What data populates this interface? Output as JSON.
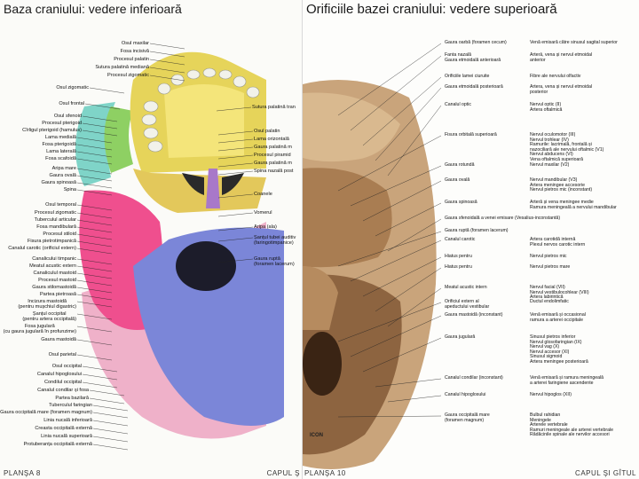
{
  "left_page": {
    "title": "Baza craniului: vedere inferioară",
    "plate": "PLANŞA 8",
    "footer_right": "CAPUL Ş",
    "labels_left": [
      {
        "id": "l1",
        "text": "Osul maxilar"
      },
      {
        "id": "l2",
        "text": "Fosa incisivă"
      },
      {
        "id": "l3",
        "text": "Procesul palatin"
      },
      {
        "id": "l4",
        "text": "Sutura palatină mediană"
      },
      {
        "id": "l5",
        "text": "Procesul zigomatic"
      },
      {
        "id": "l6",
        "text": "Osul zigomatic"
      },
      {
        "id": "l7",
        "text": "Osul frontal"
      },
      {
        "id": "l8",
        "text": "Osul sfenoid"
      },
      {
        "id": "l9",
        "text": "Procesul pterigoid"
      },
      {
        "id": "l10",
        "text": "Cîrligul pterigoid (hamulus)"
      },
      {
        "id": "l11",
        "text": "Lama medială"
      },
      {
        "id": "l12",
        "text": "Fosa pterigoidă"
      },
      {
        "id": "l13",
        "text": "Lama laterală"
      },
      {
        "id": "l14",
        "text": "Fosa scafoidă"
      },
      {
        "id": "l15",
        "text": "Aripa mare"
      },
      {
        "id": "l16",
        "text": "Gaura ovală"
      },
      {
        "id": "l17",
        "text": "Gaura spinoasă"
      },
      {
        "id": "l18",
        "text": "Spina"
      },
      {
        "id": "l19",
        "text": "Osul temporal"
      },
      {
        "id": "l20",
        "text": "Procesul zigomatic"
      },
      {
        "id": "l21",
        "text": "Tuberculul articular"
      },
      {
        "id": "l22",
        "text": "Fosa mandibulară"
      },
      {
        "id": "l23",
        "text": "Procesul stiloid"
      },
      {
        "id": "l24",
        "text": "Fisura pietrotimpanică"
      },
      {
        "id": "l25",
        "text": "Canalul carotic (orificiul extern)"
      },
      {
        "id": "l26",
        "text": "Canalicului timpanic"
      },
      {
        "id": "l27",
        "text": "Meatul acustic extern"
      },
      {
        "id": "l28",
        "text": "Canaliculul mastoid"
      },
      {
        "id": "l29",
        "text": "Procesul mastoid"
      },
      {
        "id": "l30",
        "text": "Gaura stilomastoidă"
      },
      {
        "id": "l31",
        "text": "Partea pietroasă"
      },
      {
        "id": "l32",
        "text": "Incizura mastoidă\n(pentru mușchiul digastric)"
      },
      {
        "id": "l33",
        "text": "Șanțul occipital\n(pentru artera occipitală)"
      },
      {
        "id": "l34",
        "text": "Fosa jugulară\n(cu gaura jugulară în profunzime)"
      },
      {
        "id": "l35",
        "text": "Gaura mastoidă"
      },
      {
        "id": "l36",
        "text": "Osul parietal"
      },
      {
        "id": "l37",
        "text": "Osul occipital"
      },
      {
        "id": "l38",
        "text": "Canalul hipoglosului"
      },
      {
        "id": "l39",
        "text": "Condilul occipital"
      },
      {
        "id": "l40",
        "text": "Canalul condilar și fosa"
      },
      {
        "id": "l41",
        "text": "Partea bazilară"
      },
      {
        "id": "l42",
        "text": "Tuberculul faringian"
      },
      {
        "id": "l43",
        "text": "Gaura occipitală mare (foramen magnum)"
      },
      {
        "id": "l44",
        "text": "Linia nucală inferioară"
      },
      {
        "id": "l45",
        "text": "Creasta occipitală externă"
      },
      {
        "id": "l46",
        "text": "Linia nucală superioară"
      },
      {
        "id": "l47",
        "text": "Protuberanța occipitală externă"
      }
    ],
    "labels_right": [
      {
        "id": "r1",
        "text": "Sutura palatină tran"
      },
      {
        "id": "r2",
        "text": "Osul palatin"
      },
      {
        "id": "r3",
        "text": "Lama orizontală"
      },
      {
        "id": "r4",
        "text": "Gaura palatină m"
      },
      {
        "id": "r5",
        "text": "Procesul piramid"
      },
      {
        "id": "r6",
        "text": "Gaura palatină m"
      },
      {
        "id": "r7",
        "text": "Spina nazală post"
      },
      {
        "id": "r8",
        "text": "Coanele"
      },
      {
        "id": "r9",
        "text": "Vomerul"
      },
      {
        "id": "r10",
        "text": "Aripa (ala)"
      },
      {
        "id": "r11",
        "text": "Șanțul tubei auditiv\n(faringotimpanice)"
      },
      {
        "id": "r12",
        "text": "Gaura ruptă\n(foramen lacerum)"
      }
    ]
  },
  "right_page": {
    "title": "Orificiile bazei craniului: vedere superioară",
    "plate": "PLANŞA 10",
    "footer_right": "CAPUL ŞI GÎTUL",
    "logo": "ICON",
    "rows": [
      {
        "label": "Gaura oarbă (foramen cecum)",
        "desc": "Venă emisară către sinusul sagital superior"
      },
      {
        "label": "Fanta nazală\nGaura etmoidală anterioară",
        "desc": "Arterǎ, vena și nervul etmoidal\nanterior"
      },
      {
        "label": "Orificiile lamei ciuruite",
        "desc": "Fibre ale nervului olfactiv"
      },
      {
        "label": "Gaura etmoidală posterioară",
        "desc": "Artera, vena și nervul etmoidal\nposterior"
      },
      {
        "label": "Canalul optic",
        "desc": "Nervul optic (II)\nArtera oftalmică"
      },
      {
        "label": "Fisura orbitală superioară",
        "desc": "Nervul oculomotor (III)\nNervul trohlear (IV)\nRamurile: lacrimală, frontală și\nnazociliară ale nervului oftalmic (V1)\nNervul abducens (VI)\nVena oftalmică superioară"
      },
      {
        "label": "Gaura rotundă",
        "desc": "Nervul maxilar (V2)"
      },
      {
        "label": "Gaura ovală",
        "desc": "Nervul mandibular (V3)\nArtera meningee accesorie\nNervul pietros mic (inconstant)"
      },
      {
        "label": "Gaura spinoasă",
        "desc": "Arteră și vena meningee medie\nRamura meningeală a nervului mandibular"
      },
      {
        "label": "Gaura sfenoidală a venei emisare (Vesalius-inconstantă)",
        "desc": ""
      },
      {
        "label": "Gaura ruptă (foramen lacerum)",
        "desc": ""
      },
      {
        "label": "Canalul carotic",
        "desc": "Artera carotidă internă\nPlexul nervos carotic intern"
      },
      {
        "label": "Hiatus pentru",
        "desc": "Nervul pietros mic"
      },
      {
        "label": "Hiatus pentru",
        "desc": "Nervul pietros mare"
      },
      {
        "label": "Meatul acustic intern",
        "desc": "Nervul facial (VII)\nNervul vestibulocohlear (VIII)\nArtera labirintică"
      },
      {
        "label": "Orificiul extern al\napeductului vestibular",
        "desc": "Ductul endolimfatic"
      },
      {
        "label": "Gaura mastoidă (inconstant)",
        "desc": "Venă emisară și occasional\nramura a arterei occipitale"
      },
      {
        "label": "Gaura jugulară",
        "desc": "Sinusul pietros inferior\nNervul glosofaringian (IX)\nNervul vag (X)\nNervul accesor (XI)\nSinusul sigmoid\nArtera meningee posterioară"
      },
      {
        "label": "Canalul condilar (inconstant)",
        "desc": "Venă emisară și ramura meningeală\na arterei faringiene ascendente"
      },
      {
        "label": "Canalul hipoglosului",
        "desc": "Nervul hipoglos (XII)"
      },
      {
        "label": "Gaura occipitală mare\n(foramen magnum)",
        "desc": "Bulbul rahidian\nMeningele\nArterele vertebrale\nRamuri meningeale ale arterei vertebrale\nRădăcinile spinale ale nervilor accesori"
      }
    ]
  },
  "colors": {
    "maxillary": "#e6d45a",
    "palatine": "#f4e57a",
    "zygomatic": "#8ed063",
    "frontal": "#7fd4c8",
    "sphenoid": "#e3c85b",
    "temporal": "#ef4f8e",
    "parietal": "#efb1c9",
    "occipital": "#7b86d8",
    "vomer": "#a878c9",
    "bone": "#c9a47b",
    "cavity": "#5c3b22"
  }
}
